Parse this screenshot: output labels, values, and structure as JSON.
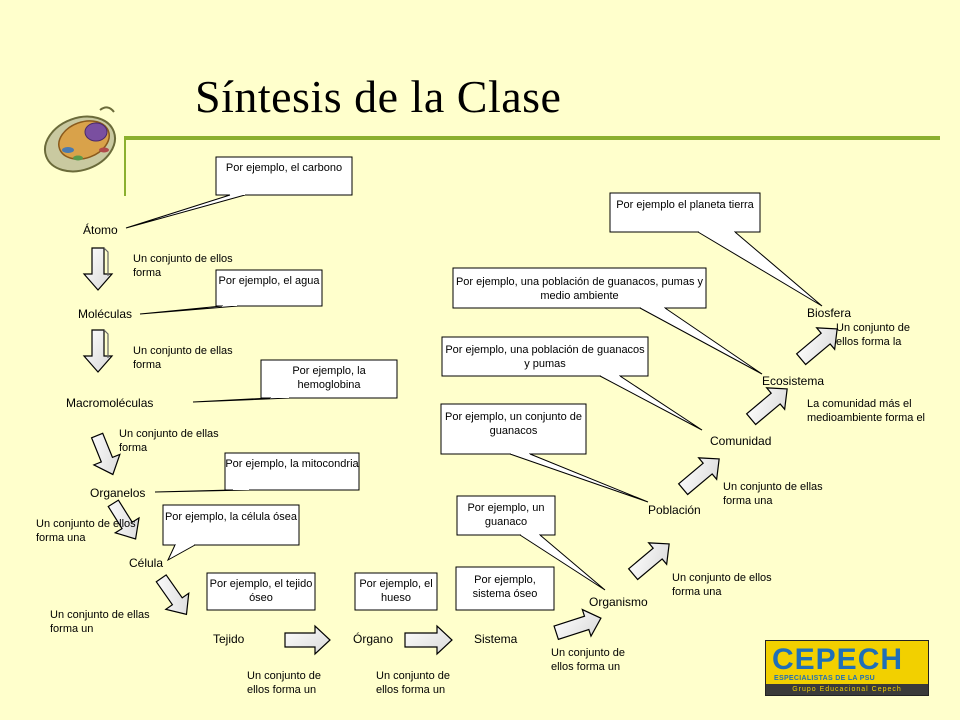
{
  "title": "Síntesis de la Clase",
  "levels": {
    "atomo": "Átomo",
    "moleculas": "Moléculas",
    "macromoleculas": "Macromoléculas",
    "organelos": "Organelos",
    "celula": "Célula",
    "tejido": "Tejido",
    "organo": "Órgano",
    "sistema": "Sistema",
    "organismo": "Organismo",
    "poblacion": "Población",
    "comunidad": "Comunidad",
    "ecosistema": "Ecosistema",
    "biosfera": "Biosfera"
  },
  "connectors": {
    "c1": "Un conjunto de ellos forma",
    "c2": "Un conjunto de ellas forma",
    "c3": "Un conjunto de ellas forma",
    "c4": "Un conjunto de ellos forma una",
    "c5": "Un conjunto de ellas forma un",
    "c6": "Un conjunto de ellos forma un",
    "c7": "Un conjunto de ellos forma un",
    "c8": "Un conjunto de ellos forma un",
    "c9": "Un conjunto de ellos forma una",
    "c10": "Un conjunto de ellas forma una",
    "c11": "La comunidad más el medioambiente forma el",
    "c12": "Un conjunto de ellos forma la"
  },
  "examples": {
    "e_atomo": "Por ejemplo, el carbono",
    "e_moleculas": "Por ejemplo, el agua",
    "e_macro": "Por ejemplo, la hemoglobina",
    "e_organelos": "Por ejemplo, la mitocondria",
    "e_celula": "Por ejemplo, la célula ósea",
    "e_tejido": "Por ejemplo, el tejido óseo",
    "e_organo": "Por ejemplo, el hueso",
    "e_sistema": "Por ejemplo, sistema óseo",
    "e_organismo": "Por ejemplo, un guanaco",
    "e_poblacion": "Por ejemplo, un conjunto de guanacos",
    "e_comunidad": "Por ejemplo, una población de guanacos y pumas",
    "e_ecosistema": "Por ejemplo, una población de guanacos, pumas y medio ambiente",
    "e_biosfera": "Por ejemplo el planeta tierra"
  },
  "logo": {
    "name": "CEPECH",
    "tagline": "ESPECIALISTAS DE LA PSU",
    "group": "Grupo Educacional Cepech"
  },
  "colors": {
    "background": "#ffffcc",
    "accent_rule": "#8bb02e",
    "logo_yellow": "#f2d000",
    "logo_blue": "#1f6fb8"
  }
}
